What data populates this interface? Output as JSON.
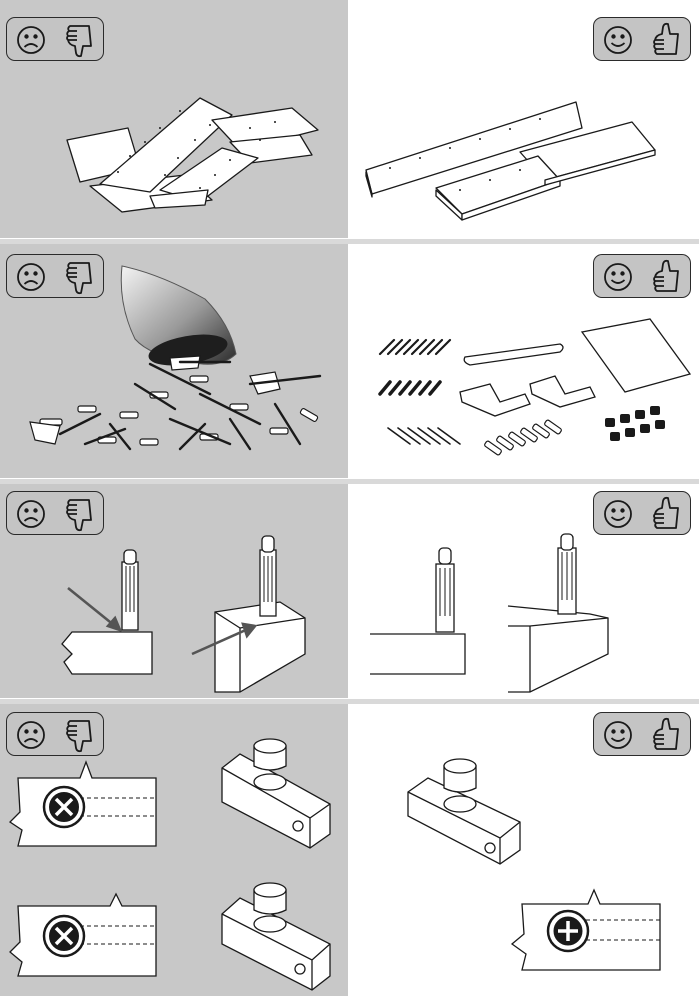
{
  "sheet": {
    "title": "",
    "rows": [
      {
        "id": "row-1",
        "topic": "panels",
        "bad_verdict": "dislike",
        "good_verdict": "like"
      },
      {
        "id": "row-2",
        "topic": "hardware",
        "bad_verdict": "dislike",
        "good_verdict": "like"
      },
      {
        "id": "row-3",
        "topic": "dowel-insertion",
        "bad_verdict": "dislike",
        "good_verdict": "like"
      },
      {
        "id": "row-4",
        "topic": "cam-lock-orientation",
        "bad_verdict": "dislike",
        "good_verdict": "like"
      }
    ],
    "icons": {
      "bad": [
        "sad-face-icon",
        "thumbs-down-icon"
      ],
      "good": [
        "smiley-face-icon",
        "thumbs-up-icon"
      ]
    },
    "colors": {
      "bad_panel_bg": "#c8c8c8",
      "good_panel_bg": "#ffffff",
      "badge_bg": "#c4c4c4",
      "line": "#1a1a1a"
    }
  }
}
